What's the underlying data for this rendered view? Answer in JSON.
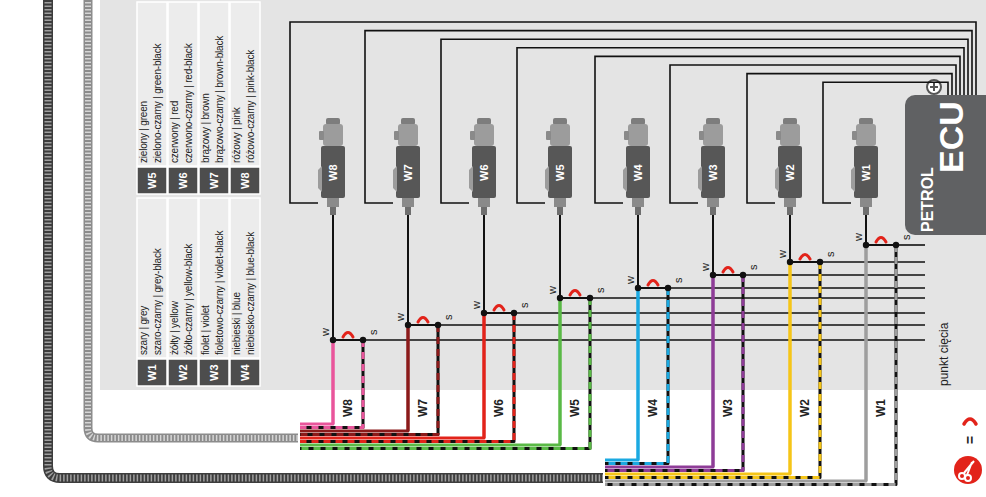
{
  "diagram": {
    "nodes": [
      {
        "text": [
          "W8"
        ]
      },
      {
        "text": [
          "W7"
        ]
      },
      {
        "text": [
          "W6"
        ]
      },
      {
        "text": [
          "W5"
        ]
      },
      {
        "text": [
          "W4"
        ]
      },
      {
        "text": [
          "W3"
        ]
      },
      {
        "text": [
          "W2"
        ]
      },
      {
        "text": [
          "W1"
        ]
      },
      {
        "text": [
          "PETROL",
          "ECU"
        ]
      }
    ],
    "edges": [
      {
        "from": 8,
        "to": 0,
        "arrow": "none"
      },
      {
        "from": 8,
        "to": 1,
        "arrow": "none"
      },
      {
        "from": 8,
        "to": 2,
        "arrow": "none"
      },
      {
        "from": 8,
        "to": 3,
        "arrow": "none"
      },
      {
        "from": 8,
        "to": 4,
        "arrow": "none"
      },
      {
        "from": 8,
        "to": 5,
        "arrow": "none"
      },
      {
        "from": 8,
        "to": 6,
        "arrow": "none"
      },
      {
        "from": 8,
        "to": 7,
        "arrow": "none"
      }
    ],
    "labels": [
      "W1",
      "szary | grey",
      "szaro-czarny | grey-black",
      "W2",
      "żółty | yellow",
      "żółto-czarny | yellow-black",
      "W3",
      "fiolet | violet",
      "fioletowo-czarny | violet-black",
      "W4",
      "niebieski | blue",
      "niebiesko-czarny | blue-black",
      "W5",
      "zielony | green",
      "zielono-czarny | green-black",
      "W6",
      "czerwony | red",
      "czerwono-czarny | red-black",
      "W7",
      "brązowy | brown",
      "brązowo-czarny | brown-black",
      "W8",
      "różowy | pink",
      "różowo-czarny | pink-black",
      "W8",
      "W7",
      "W6",
      "W5",
      "W4",
      "W3",
      "W2",
      "W1",
      "w",
      "s",
      "w",
      "s",
      "w",
      "s",
      "w",
      "s",
      "w",
      "s",
      "w",
      "s",
      "w",
      "s",
      "w",
      "s",
      "="
    ],
    "legend": [
      {
        "text": "punkt cięcia"
      }
    ]
  }
}
